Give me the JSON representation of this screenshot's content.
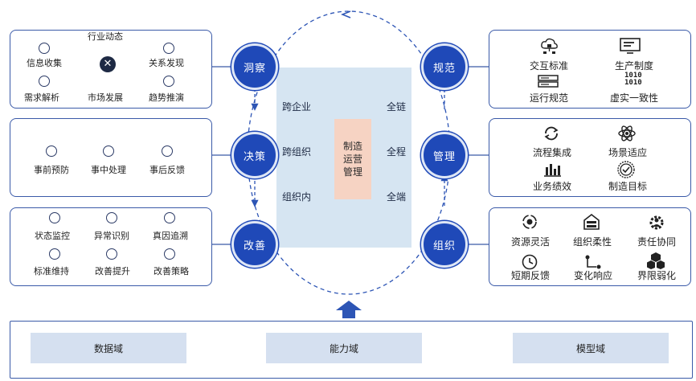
{
  "stages": {
    "insight": "洞察",
    "decision": "决策",
    "improve": "改善",
    "norm": "规范",
    "manage": "管理",
    "organize": "组织"
  },
  "center": {
    "left": [
      "跨企业",
      "跨组织",
      "组织内"
    ],
    "right": [
      "全链",
      "全程",
      "全端"
    ],
    "core_lines": [
      "制造",
      "运营",
      "管理"
    ]
  },
  "insight_panel": {
    "industry": "行业动态",
    "info": "信息收集",
    "demand": "需求解析",
    "market": "市场发展",
    "relation": "关系发现",
    "trend": "趋势推演"
  },
  "decision_panel": {
    "pre": "事前预防",
    "mid": "事中处理",
    "post": "事后反馈"
  },
  "improve_panel": {
    "monitor": "状态监控",
    "detect": "异常识别",
    "root": "真因追溯",
    "standard": "标准维持",
    "promote": "改善提升",
    "strategy": "改善策略"
  },
  "norm_panel": {
    "interact": "交互标准",
    "prod": "生产制度",
    "run": "运行规范",
    "virtual": "虚实一致性"
  },
  "manage_panel": {
    "flow": "流程集成",
    "scene": "场景适应",
    "perf": "业务绩效",
    "target": "制造目标"
  },
  "org_panel": {
    "resource": "资源灵活",
    "flex": "组织柔性",
    "duty": "责任协同",
    "feedback": "短期反馈",
    "change": "变化响应",
    "boundary": "界限弱化"
  },
  "domains": [
    "数据域",
    "能力域",
    "模型域"
  ],
  "colors": {
    "accent": "#1f49b8",
    "panel_border": "#3a5aa8",
    "center_fill": "#d6e5f2",
    "core_fill": "#f6d3c3",
    "domain_fill": "#d5e0f0"
  }
}
